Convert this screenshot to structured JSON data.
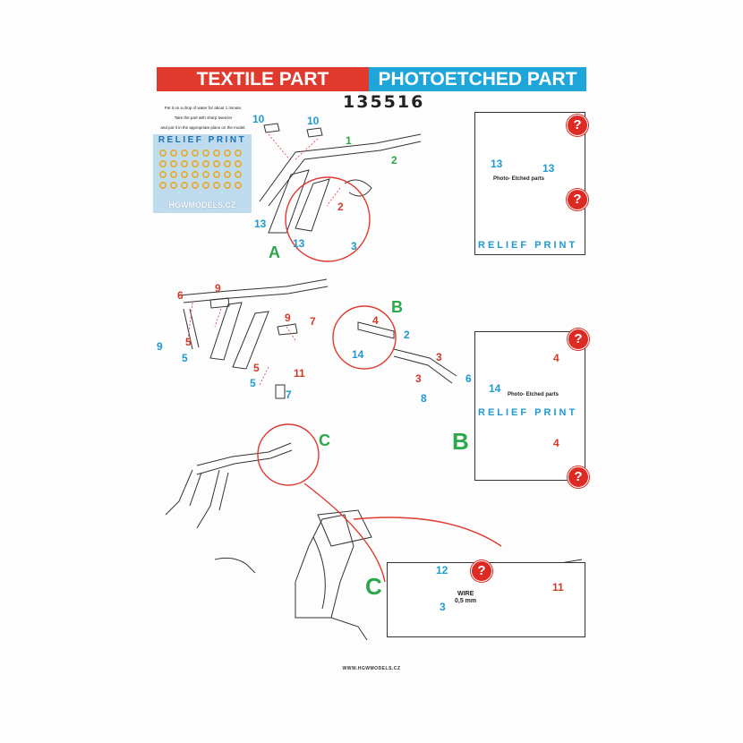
{
  "header": {
    "textile_label": "TEXTILE PART",
    "photoetched_label": "PHOTOETCHED PART",
    "code": "135516"
  },
  "instructions": {
    "line1": "Put it on a drop of water for about 1 minute.",
    "line2": "Take the part with sharp tweezer",
    "line3": "and put it in the appropriate place on the model."
  },
  "relief_card": {
    "title": "RELIEF PRINT",
    "brand": "HGWMODELS.CZ"
  },
  "section_a": {
    "letter": "A",
    "labels": {
      "p10a": "10",
      "p10b": "10",
      "p1": "1",
      "p2g": "2",
      "p2r": "2",
      "p3": "3",
      "p13a": "13",
      "p13b": "13"
    },
    "panel": {
      "labels": {
        "p13a": "13",
        "p13b": "13"
      },
      "caption": "Photo- Etched parts",
      "relief_title": "RELIEF PRINT",
      "help": "?"
    }
  },
  "section_b": {
    "letter": "B",
    "labels": {
      "p6": "6",
      "p9a": "9",
      "p9b": "9",
      "p7": "7",
      "p9c": "9",
      "p5a": "5",
      "p5b": "5",
      "p5c": "5",
      "p5d": "5",
      "p11": "11",
      "p7b": "7",
      "p4": "4",
      "p2": "2",
      "p14": "14",
      "p3a": "3",
      "p3b": "3",
      "p6b": "6",
      "p8": "8"
    },
    "panel": {
      "p4a": "4",
      "p14": "14",
      "p4b": "4",
      "caption": "Photo- Etched parts",
      "relief_title": "RELIEF PRINT",
      "big_letter": "B",
      "help": "?"
    }
  },
  "section_c": {
    "letter": "C",
    "panel": {
      "big_letter": "C",
      "p12": "12",
      "p3": "3",
      "p11": "11",
      "wire_line1": "WIRE",
      "wire_line2": "0,5 mm",
      "help": "?"
    }
  },
  "footer": {
    "url": "WWW.HGWMODELS.CZ"
  },
  "colors": {
    "red": "#e03a2f",
    "blue": "#1ea5da",
    "green": "#2aa84a",
    "relief_bg": "#bfdcef",
    "help_red": "#dd2a23"
  }
}
